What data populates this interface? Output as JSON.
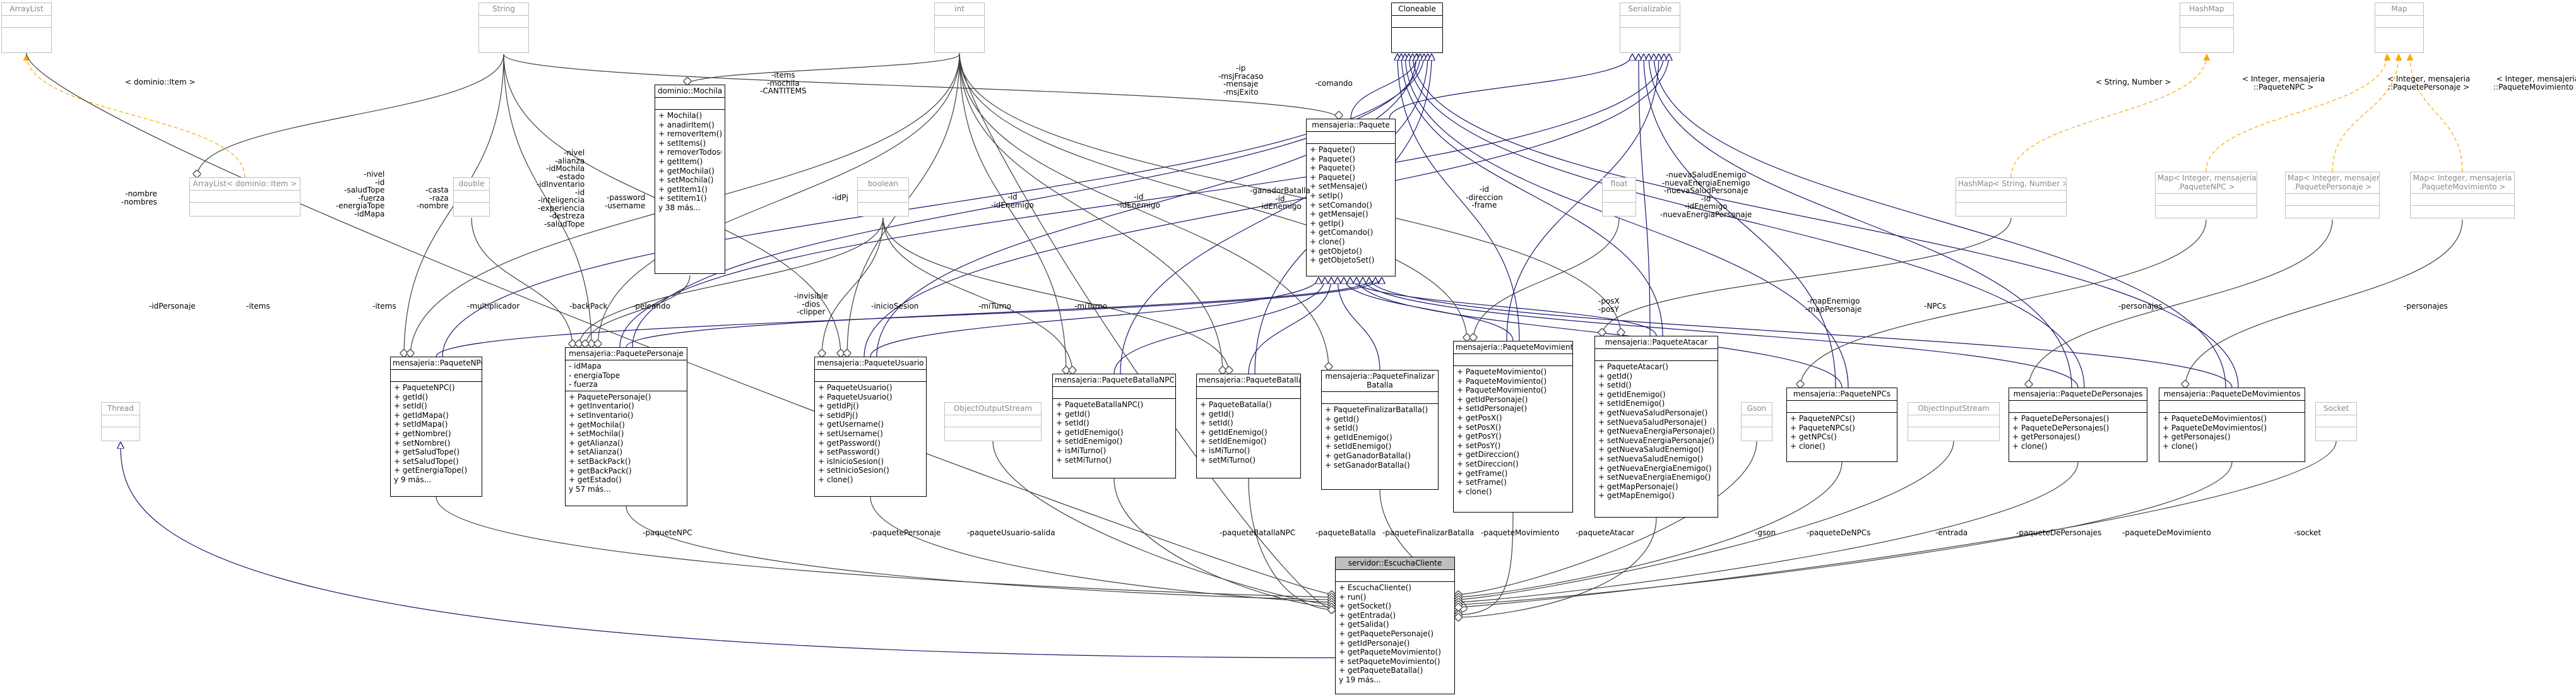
{
  "colors": {
    "association_dark": "#191970",
    "association_gray": "#404040",
    "template_orange": "#ffa500",
    "node_muted_border": "#bfbfbf",
    "main_node_header": "#bfbfbf"
  },
  "nodes": {
    "arraylist": {
      "title": "ArrayList"
    },
    "string": {
      "title": "String"
    },
    "int": {
      "title": "int"
    },
    "cloneable": {
      "title": "Cloneable"
    },
    "serializable": {
      "title": "Serializable"
    },
    "hashmap": {
      "title": "HashMap"
    },
    "map": {
      "title": "Map"
    },
    "arraylist_item": {
      "title": "ArrayList< dominio::Item >"
    },
    "double": {
      "title": "double"
    },
    "boolean": {
      "title": "boolean"
    },
    "float": {
      "title": "float"
    },
    "thread": {
      "title": "Thread"
    },
    "objectoutputstream": {
      "title": "ObjectOutputStream"
    },
    "objectinputstream": {
      "title": "ObjectInputStream"
    },
    "gson": {
      "title": "Gson"
    },
    "socket": {
      "title": "Socket"
    },
    "hashmap_string_number": {
      "title": "HashMap< String, Number >"
    },
    "map_npc": {
      "title_lines": [
        "Map< Integer, mensajeria",
        ".PaqueteNPC >"
      ]
    },
    "map_personaje": {
      "title_lines": [
        "Map< Integer, mensajeria",
        ".PaquetePersonaje >"
      ]
    },
    "map_movimiento": {
      "title_lines": [
        "Map< Integer, mensajeria",
        ".PaqueteMovimiento >"
      ]
    },
    "mochila": {
      "title": "dominio::Mochila",
      "methods": [
        "+ Mochila()",
        "+ anadirItem()",
        "+ removerItem()",
        "+ setItems()",
        "+ removerTodos()",
        "+ getItem()",
        "+ getMochila()",
        "+ setMochila()",
        "+ getItem1()",
        "+ setItem1()",
        "y 38 más..."
      ]
    },
    "paquete": {
      "title": "mensajeria::Paquete",
      "methods": [
        "+ Paquete()",
        "+ Paquete()",
        "+ Paquete()",
        "+ Paquete()",
        "+ setMensaje()",
        "+ setIp()",
        "+ setComando()",
        "+ getMensaje()",
        "+ getIp()",
        "+ getComando()",
        "+ clone()",
        "+ getObjeto()",
        "+ getObjetoSet()"
      ]
    },
    "paquete_npc": {
      "title": "mensajeria::PaqueteNPC",
      "methods": [
        "+ PaqueteNPC()",
        "+ getId()",
        "+ setId()",
        "+ getIdMapa()",
        "+ setIdMapa()",
        "+ getNombre()",
        "+ setNombre()",
        "+ getSaludTope()",
        "+ setSaludTope()",
        "+ getEnergiaTope()",
        "y 9 más..."
      ]
    },
    "paquete_personaje": {
      "title": "mensajeria::PaquetePersonaje",
      "attributes": [
        "- idMapa",
        "- energiaTope",
        "- fuerza"
      ],
      "methods": [
        "+ PaquetePersonaje()",
        "+ getInventario()",
        "+ setInventario()",
        "+ getMochila()",
        "+ setMochila()",
        "+ getAlianza()",
        "+ setAlianza()",
        "+ setBackPack()",
        "+ getBackPack()",
        "+ getEstado()",
        "y 57 más..."
      ]
    },
    "paquete_usuario": {
      "title": "mensajeria::PaqueteUsuario",
      "methods": [
        "+ PaqueteUsuario()",
        "+ PaqueteUsuario()",
        "+ getIdPj()",
        "+ setIdPj()",
        "+ getUsername()",
        "+ setUsername()",
        "+ getPassword()",
        "+ setPassword()",
        "+ isInicioSesion()",
        "+ setInicioSesion()",
        "+ clone()"
      ]
    },
    "paquete_batalla_npc": {
      "title": "mensajeria::PaqueteBatallaNPC",
      "methods": [
        "+ PaqueteBatallaNPC()",
        "+ getId()",
        "+ setId()",
        "+ getIdEnemigo()",
        "+ setIdEnemigo()",
        "+ isMiTurno()",
        "+ setMiTurno()"
      ]
    },
    "paquete_batalla": {
      "title": "mensajeria::PaqueteBatalla",
      "methods": [
        "+ PaqueteBatalla()",
        "+ getId()",
        "+ setId()",
        "+ getIdEnemigo()",
        "+ setIdEnemigo()",
        "+ isMiTurno()",
        "+ setMiTurno()"
      ]
    },
    "paquete_finalizar": {
      "title_lines": [
        "mensajeria::PaqueteFinalizar",
        "Batalla"
      ],
      "methods": [
        "+ PaqueteFinalizarBatalla()",
        "+ getId()",
        "+ setId()",
        "+ getIdEnemigo()",
        "+ setIdEnemigo()",
        "+ getGanadorBatalla()",
        "+ setGanadorBatalla()"
      ]
    },
    "paquete_movimiento": {
      "title": "mensajeria::PaqueteMovimiento",
      "methods": [
        "+ PaqueteMovimiento()",
        "+ PaqueteMovimiento()",
        "+ PaqueteMovimiento()",
        "+ getIdPersonaje()",
        "+ setIdPersonaje()",
        "+ getPosX()",
        "+ setPosX()",
        "+ getPosY()",
        "+ setPosY()",
        "+ getDireccion()",
        "+ setDireccion()",
        "+ getFrame()",
        "+ setFrame()",
        "+ clone()"
      ]
    },
    "paquete_atacar": {
      "title": "mensajeria::PaqueteAtacar",
      "methods": [
        "+ PaqueteAtacar()",
        "+ getId()",
        "+ setId()",
        "+ getIdEnemigo()",
        "+ setIdEnemigo()",
        "+ getNuevaSaludPersonaje()",
        "+ setNuevaSaludPersonaje()",
        "+ getNuevaEnergiaPersonaje()",
        "+ setNuevaEnergiaPersonaje()",
        "+ getNuevaSaludEnemigo()",
        "+ setNuevaSaludEnemigo()",
        "+ getNuevaEnergiaEnemigo()",
        "+ setNuevaEnergiaEnemigo()",
        "+ getMapPersonaje()",
        "+ getMapEnemigo()"
      ]
    },
    "paquete_npcs": {
      "title": "mensajeria::PaqueteNPCs",
      "methods": [
        "+ PaqueteNPCs()",
        "+ PaqueteNPCs()",
        "+ getNPCs()",
        "+ clone()"
      ]
    },
    "paquete_personajes": {
      "title": "mensajeria::PaqueteDePersonajes",
      "methods": [
        "+ PaqueteDePersonajes()",
        "+ PaqueteDePersonajes()",
        "+ getPersonajes()",
        "+ clone()"
      ]
    },
    "paquete_movimientos": {
      "title": "mensajeria::PaqueteDeMovimientos",
      "methods": [
        "+ PaqueteDeMovimientos()",
        "+ PaqueteDeMovimientos()",
        "+ getPersonajes()",
        "+ clone()"
      ]
    },
    "escucha_cliente": {
      "title": "servidor::EscuchaCliente",
      "methods": [
        "+ EscuchaCliente()",
        "+ run()",
        "+ getSocket()",
        "+ getEntrada()",
        "+ getSalida()",
        "+ getPaquetePersonaje()",
        "+ getIdPersonaje()",
        "+ getPaqueteMovimiento()",
        "+ setPaqueteMovimiento()",
        "+ getPaqueteBatalla()",
        "y 19 más..."
      ]
    }
  },
  "edge_labels": {
    "dominio_item": "< dominio::Item >",
    "items_mochila": "-items\n-mochila\n-CANTITEMS",
    "string_number": "< String, Number >",
    "integer_npc": "< Integer, mensajeria\n::PaqueteNPC >",
    "integer_personaje": "< Integer, mensajeria\n::PaquetePersonaje >",
    "integer_movimientos": "< Integer, mensajeria\n::PaqueteMovimiento >",
    "ip_mensaje": "-ip\n-msjFracaso\n-mensaje\n-msjExito",
    "comando": "-comando",
    "nombre_nombres": "-nombre\n-nombres",
    "npc_ints": "-nivel\n-id\n-saludTope\n-fuerza\n-energiaTope\n-idMapa",
    "personaje_strings": "-casta\n-raza\n-nombre",
    "personaje_ints": "-nivel\n-alianza\n-idMochila\n-estado\n-idInventario\n-id\n-inteligencia\n-experiencia\n-destreza\n-saludTope",
    "password_username": "-password\n-username",
    "idpj": "-idPj",
    "id_idenemigo_npc": "-id\n-idEnemigo",
    "id_idenemigo_batalla": "-id\n-idEnemigo",
    "ganador_id_idenemigo": "-ganadorBatalla\n-id\n-idEnemigo",
    "id_direccion_frame": "-id\n-direccion\n-frame",
    "atacar_ints": "-nuevaSaludEnemigo\n-nuevaEnergiaEnemigo\n-nuevaSaludPersonaje\n-id\n-idEnemigo\n-nuevaEnergiaPersonaje",
    "id_personaje": "-idPersonaje",
    "items": "-items",
    "items2": "-items",
    "multiplicador": "-multiplicador",
    "backpack": "-backPack",
    "peleando": "-peleando",
    "invisible_dios_clipper": "-invisible\n-dios\n-clipper",
    "inicio_sesion": "-inicioSesion",
    "mi_turno_npc": "-miTurno",
    "mi_turno": "-miTurno",
    "pos": "-posX\n-posY",
    "map_personajes": "-mapEnemigo\n-mapPersonaje",
    "npcs": "-NPCs",
    "personajes": "-personajes",
    "personajes2": "-personajes",
    "paquete_npc": "-paqueteNPC",
    "paquete_personaje": "-paquetePersonaje",
    "paquete_usuario": "-paqueteUsuario",
    "salida": "-salida",
    "paquete_batalla_npc": "-paqueteBatallaNPC",
    "paquete_batalla": "-paqueteBatalla",
    "paquete_finalizar_batalla": "-paqueteFinalizarBatalla",
    "paquete_movimiento": "-paqueteMovimiento",
    "paquete_atacar": "-paqueteAtacar",
    "gson": "-gson",
    "paquete_de_npcs": "-paqueteDeNPCs",
    "entrada": "-entrada",
    "paquete_de_personajes": "-paqueteDePersonajes",
    "paquete_de_movimiento": "-paqueteDeMovimiento",
    "socket": "-socket"
  }
}
